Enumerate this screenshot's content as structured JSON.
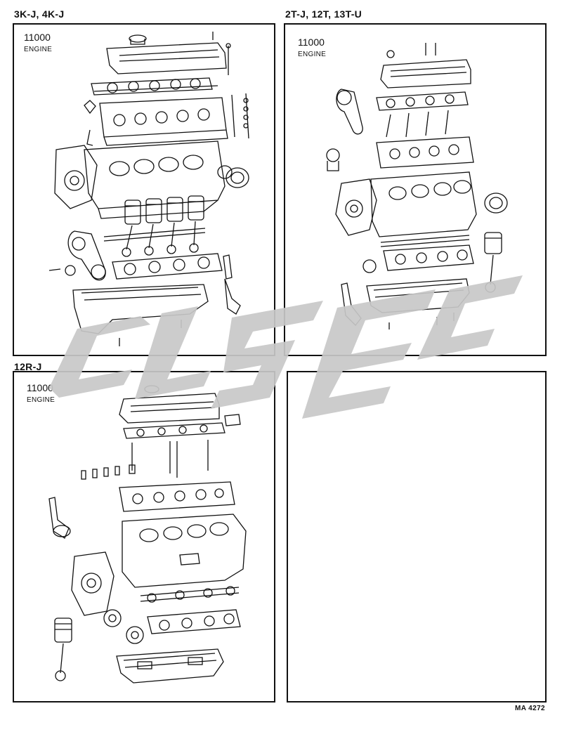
{
  "panels": [
    {
      "model": "3K-J, 4K-J",
      "part_number": "11000",
      "part_name": "ENGINE"
    },
    {
      "model": "2T-J, 12T, 13T-U",
      "part_number": "11000",
      "part_name": "ENGINE"
    },
    {
      "model": "12R-J",
      "part_number": "11000",
      "part_name": "ENGINE"
    },
    {
      "model": "",
      "part_number": "",
      "part_name": ""
    }
  ],
  "reference_code": "MA 4272",
  "watermark": {
    "color": "#c8c8c8"
  },
  "icons": [
    "engine-3k-exploded-view",
    "engine-2t-exploded-view",
    "engine-12r-exploded-view"
  ]
}
